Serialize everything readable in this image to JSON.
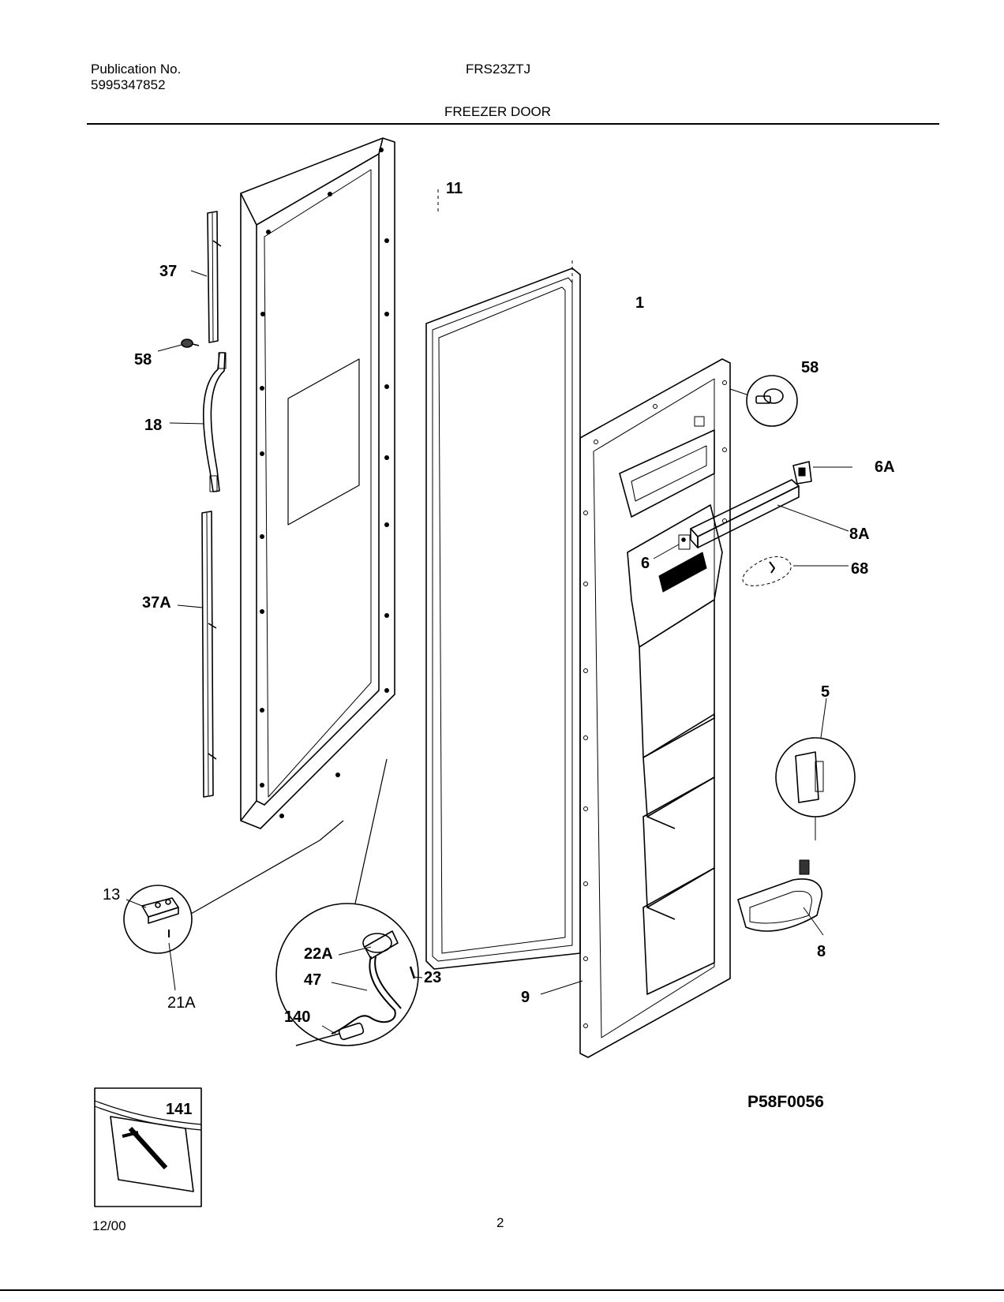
{
  "header": {
    "publication_label": "Publication No.",
    "publication_number": "5995347852",
    "model": "FRS23ZTJ",
    "section_title": "FREEZER DOOR"
  },
  "callouts": {
    "c11": "11",
    "c1": "1",
    "c37": "37",
    "c58_left": "58",
    "c18": "18",
    "c37a": "37A",
    "c58_right": "58",
    "c6a": "6A",
    "c8a": "8A",
    "c6": "6",
    "c68": "68",
    "c5": "5",
    "c8": "8",
    "c9": "9",
    "c13": "13",
    "c21a": "21A",
    "c22a": "22A",
    "c47": "47",
    "c23": "23",
    "c140": "140",
    "c141": "141"
  },
  "diagram_code": "P58F0056",
  "footer": {
    "date": "12/00",
    "page": "2"
  }
}
